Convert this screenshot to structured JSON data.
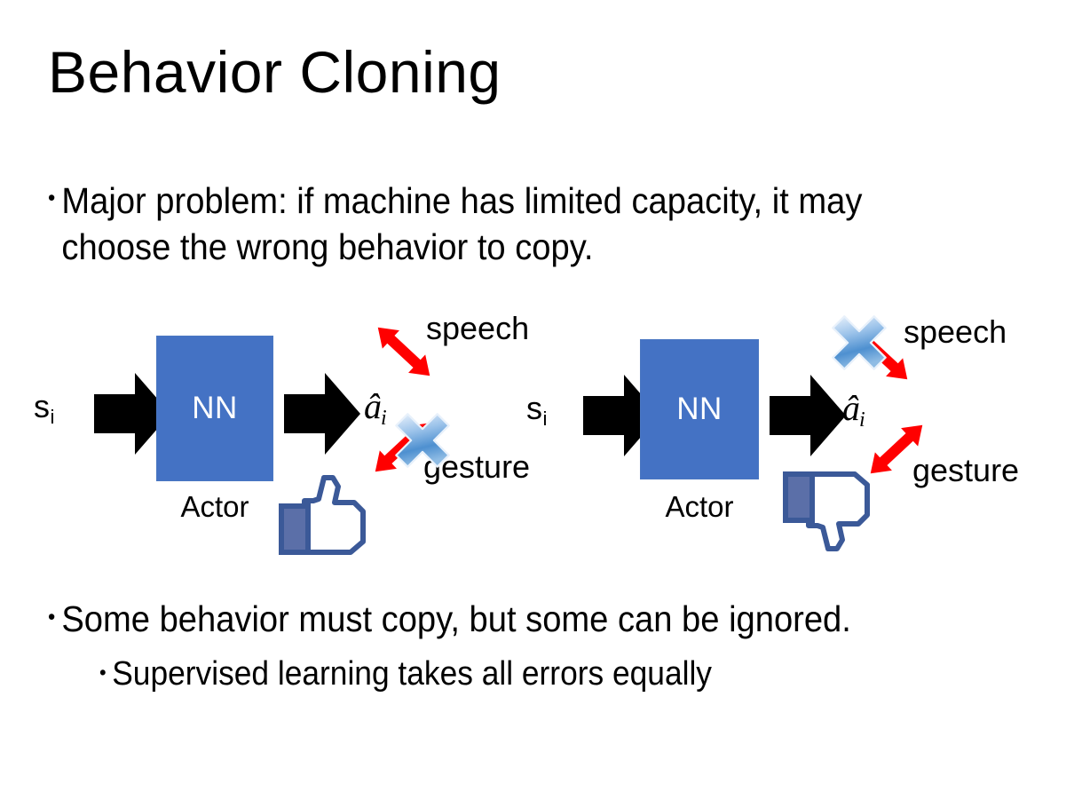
{
  "slide": {
    "title": "Behavior Cloning",
    "background_color": "#FFFFFF"
  },
  "bullets": {
    "top": {
      "marker": "•",
      "text": "Major problem: if machine has limited capacity, it may choose the wrong behavior to copy."
    },
    "bottom_primary": {
      "marker": "•",
      "text": "Some behavior must copy, but some can be ignored."
    },
    "bottom_secondary": {
      "marker": "•",
      "text": "Supervised learning takes all errors equally"
    }
  },
  "colors": {
    "nn_box_fill": "#4472C4",
    "nn_box_border": "#4A77C2",
    "nn_label": "#FFFFFF",
    "arrow_black": "#000000",
    "arrow_red": "#FF0000",
    "cross_blue_light": "#DCE9F8",
    "cross_blue_mid": "#6FA8DC",
    "cross_blue_dark": "#2E75B6",
    "thumb_outline": "#3B5998",
    "thumb_fill": "#FFFFFF",
    "thumb_cuff": "#5B6FA8",
    "thumb_shadow": "#E4E6EB",
    "text_black": "#000000"
  },
  "diagrams": [
    {
      "id": "left",
      "state_label": "s",
      "state_subscript": "i",
      "nn_label": "NN",
      "actor_label": "Actor",
      "action_label": "a",
      "action_subscript": "i",
      "action_accent": "hat",
      "branches": [
        {
          "name": "speech",
          "label": "speech",
          "crossed_out": false
        },
        {
          "name": "gesture",
          "label": "gesture",
          "crossed_out": true
        }
      ],
      "verdict_icon": "thumbs-up-icon",
      "verdict": "approved"
    },
    {
      "id": "right",
      "state_label": "s",
      "state_subscript": "i",
      "nn_label": "NN",
      "actor_label": "Actor",
      "action_label": "a",
      "action_subscript": "i",
      "action_accent": "hat",
      "branches": [
        {
          "name": "speech",
          "label": "speech",
          "crossed_out": true
        },
        {
          "name": "gesture",
          "label": "gesture",
          "crossed_out": false
        }
      ],
      "verdict_icon": "thumbs-down-icon",
      "verdict": "rejected"
    }
  ]
}
